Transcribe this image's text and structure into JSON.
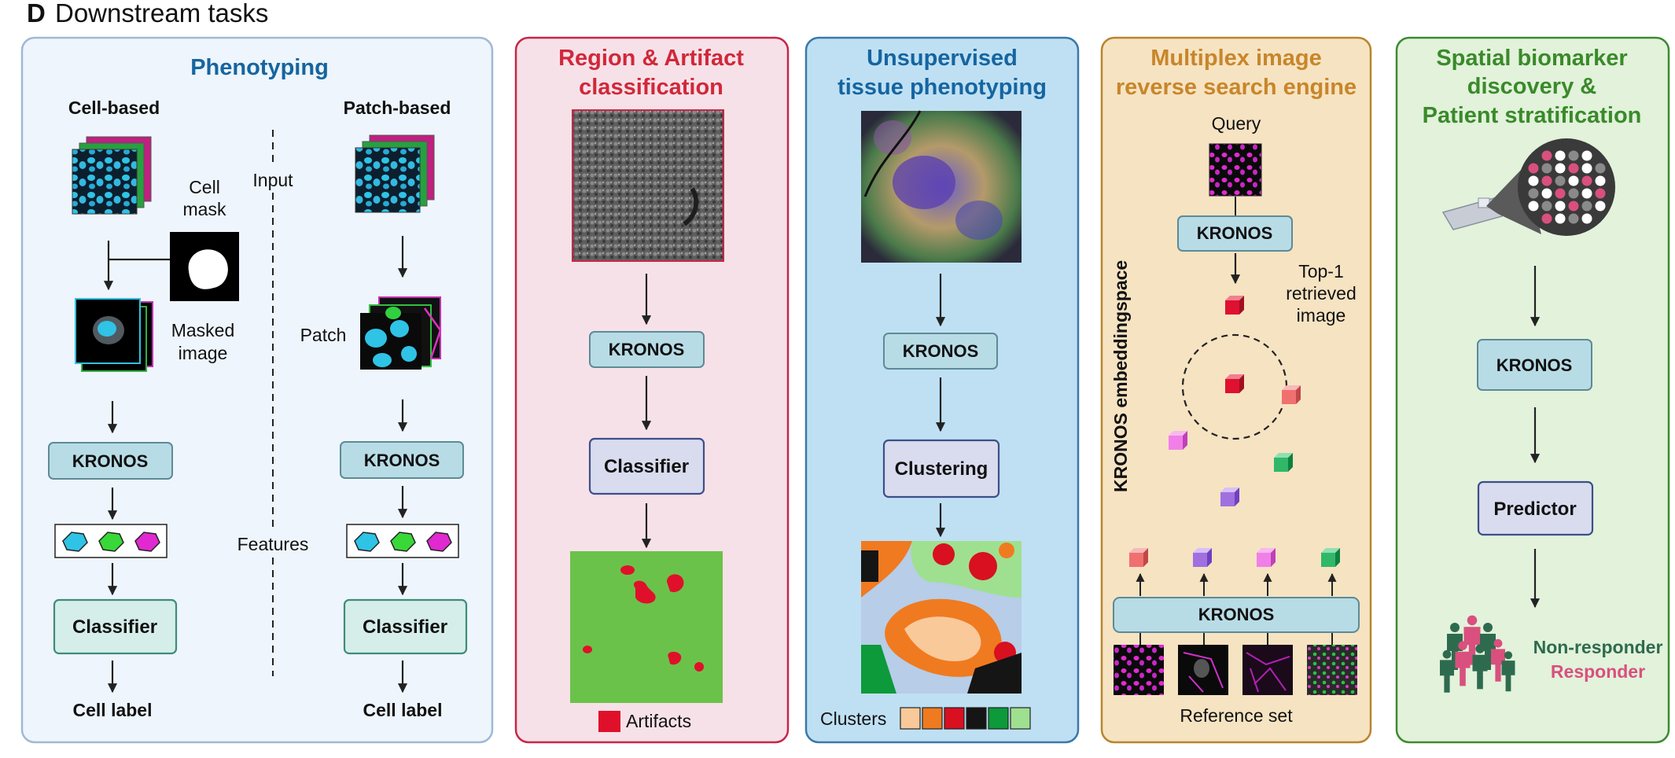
{
  "figure": {
    "panel_letter": "D",
    "heading": "Downstream tasks"
  },
  "colors": {
    "phenotyping_bg": "#EEF5FC",
    "region_bg": "#F7E1E8",
    "unsup_bg": "#BFE0F3",
    "multiplex_bg": "#F6E3C2",
    "spatial_bg": "#E2F2DB",
    "blue_title": "#1565A0",
    "red_title": "#D0283A",
    "orange_title": "#C8862A",
    "green_title": "#3A8A2A",
    "responder_pink": "#D9507E",
    "model_box": "#B8DCE6"
  },
  "phenotyping": {
    "title": "Phenotyping",
    "cell_based": "Cell-based",
    "patch_based": "Patch-based",
    "cell_mask_1": "Cell",
    "cell_mask_2": "mask",
    "input": "Input",
    "masked_1": "Masked",
    "masked_2": "image",
    "patch": "Patch",
    "features": "Features",
    "model": "KRONOS",
    "classifier": "Classifier",
    "cell_label": "Cell label"
  },
  "region": {
    "title_1": "Region & Artifact",
    "title_2": "classification",
    "model": "KRONOS",
    "classifier": "Classifier",
    "artifacts": "Artifacts"
  },
  "unsupervised": {
    "title_1": "Unsupervised",
    "title_2": "tissue phenotyping",
    "model": "KRONOS",
    "clustering": "Clustering",
    "clusters": "Clusters"
  },
  "multiplex": {
    "title_1": "Multiplex image",
    "title_2": "reverse search engine",
    "query": "Query",
    "model": "KRONOS",
    "space_label": "KRONOS embeddingspace",
    "top1_1": "Top-1",
    "top1_2": "retrieved",
    "top1_3": "image",
    "reference_set": "Reference set"
  },
  "spatial": {
    "title_1": "Spatial biomarker",
    "title_2": "discovery &",
    "title_3": "Patient stratification",
    "model": "KRONOS",
    "predictor": "Predictor",
    "non_responder": "Non-responder",
    "responder": "Responder"
  }
}
